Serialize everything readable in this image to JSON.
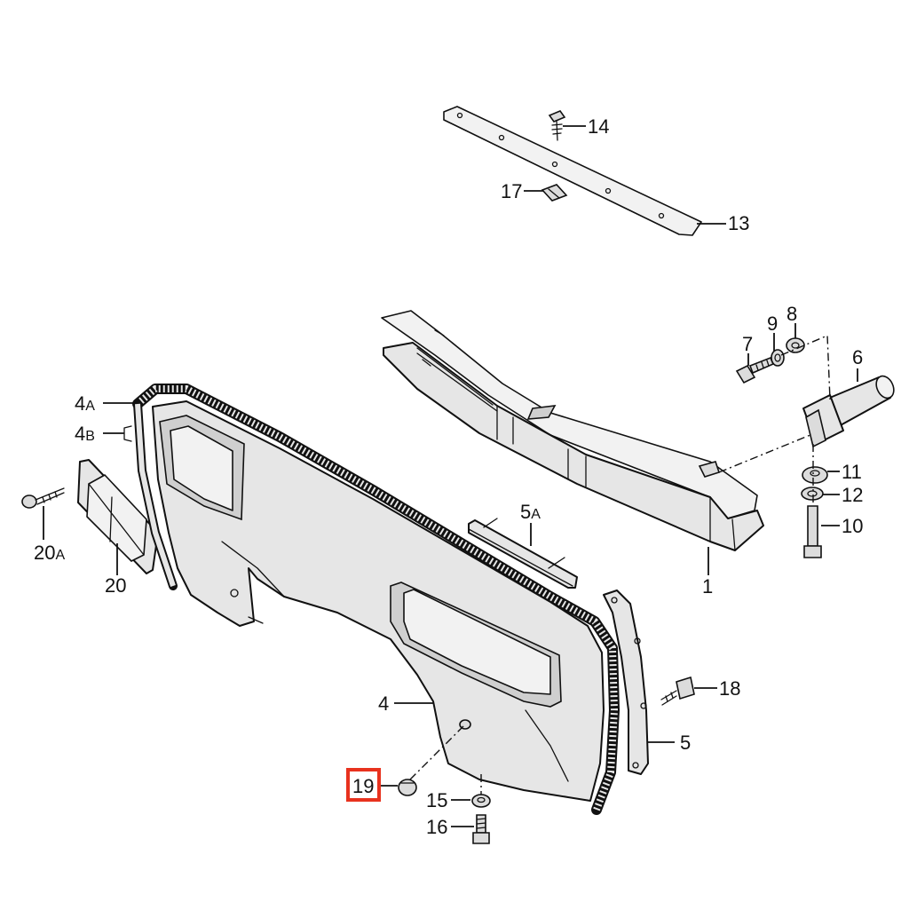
{
  "callouts": {
    "c1": {
      "num": "1"
    },
    "c4": {
      "num": "4"
    },
    "c4a": {
      "num": "4",
      "suffix": "A"
    },
    "c4b": {
      "num": "4",
      "suffix": "B"
    },
    "c5": {
      "num": "5"
    },
    "c5a": {
      "num": "5",
      "suffix": "A"
    },
    "c6": {
      "num": "6"
    },
    "c7": {
      "num": "7"
    },
    "c8": {
      "num": "8"
    },
    "c9": {
      "num": "9"
    },
    "c10": {
      "num": "10"
    },
    "c11": {
      "num": "11"
    },
    "c12": {
      "num": "12"
    },
    "c13": {
      "num": "13"
    },
    "c14": {
      "num": "14"
    },
    "c15": {
      "num": "15"
    },
    "c16": {
      "num": "16"
    },
    "c17": {
      "num": "17"
    },
    "c18": {
      "num": "18"
    },
    "c19": {
      "num": "19"
    },
    "c20": {
      "num": "20"
    },
    "c20a": {
      "num": "20",
      "suffix": "A"
    }
  },
  "highlight": {
    "label": "19",
    "color": "#e8321e"
  },
  "colors": {
    "line": "#111111",
    "fill": "#e6e6e6",
    "background": "#ffffff"
  }
}
